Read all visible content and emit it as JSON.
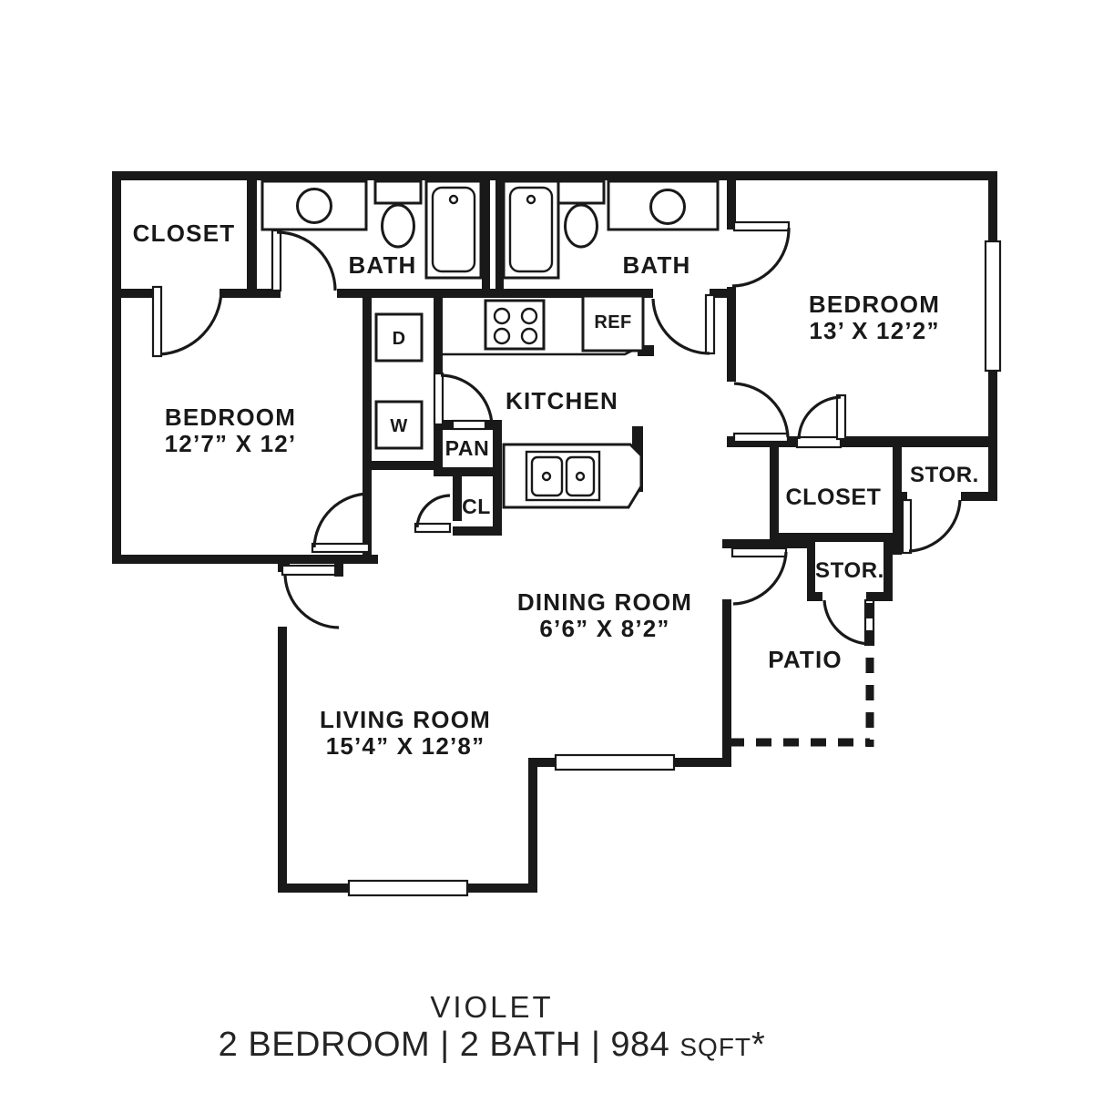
{
  "plan": {
    "name": "VIOLET",
    "specs_prefix": "2 BEDROOM | 2 BATH | 984 ",
    "sqft_unit": "SQFT",
    "asterisk": "*"
  },
  "rooms": {
    "closet_top_left": {
      "label": "CLOSET"
    },
    "bath_left": {
      "label": "BATH"
    },
    "bath_right": {
      "label": "BATH"
    },
    "bedroom_left": {
      "label": "BEDROOM",
      "dimensions": "12’7” X 12’"
    },
    "bedroom_right": {
      "label": "BEDROOM",
      "dimensions": "13’ X 12’2”"
    },
    "kitchen": {
      "label": "KITCHEN"
    },
    "dining_room": {
      "label": "DINING ROOM",
      "dimensions": "6’6” X 8’2”"
    },
    "living_room": {
      "label": "LIVING ROOM",
      "dimensions": "15’4” X 12’8”"
    },
    "closet_right": {
      "label": "CLOSET"
    },
    "storage_right": {
      "label": "STOR."
    },
    "storage_middle": {
      "label": "STOR."
    },
    "patio": {
      "label": "PATIO"
    },
    "pantry": {
      "label": "PAN"
    },
    "small_closet": {
      "label": "CL"
    },
    "dryer": {
      "label": "D"
    },
    "washer": {
      "label": "W"
    },
    "refrigerator": {
      "label": "REF"
    }
  },
  "colors": {
    "wall": "#191919",
    "background": "#ffffff"
  }
}
